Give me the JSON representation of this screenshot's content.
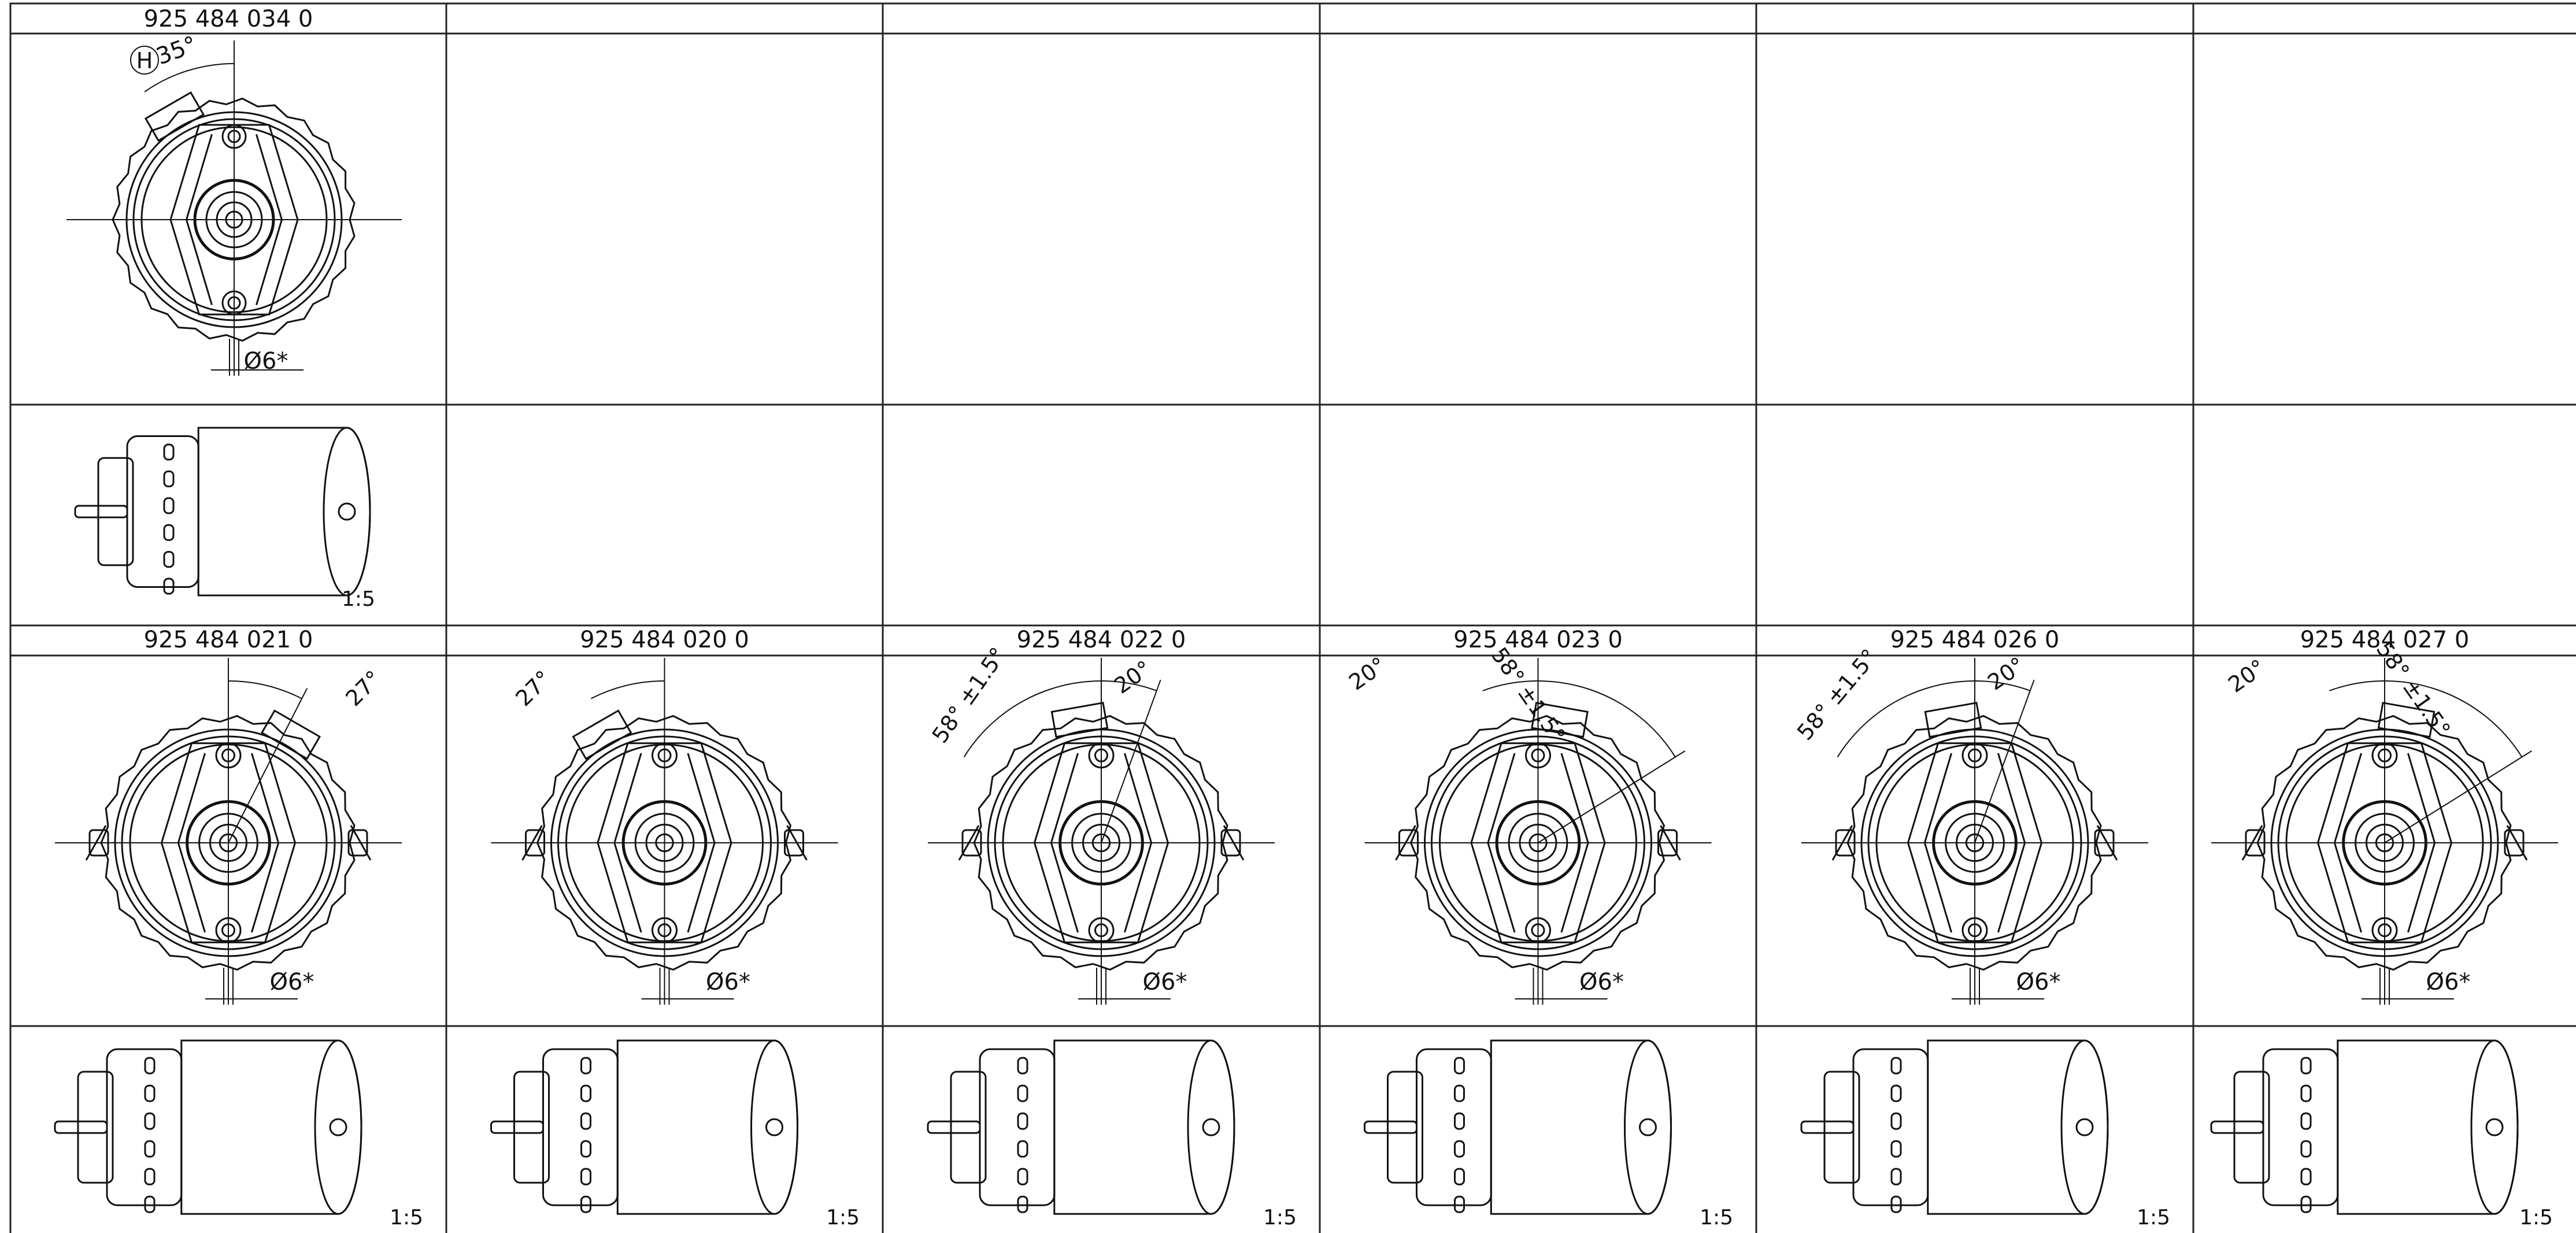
{
  "top_row": {
    "part_number": "925 484 034 0",
    "view_angle": "35°",
    "angle_marker": "H",
    "hole_label": "Ø6*",
    "scale": "1:5"
  },
  "bottom_row": [
    {
      "part_number": "925 484 021 0",
      "angles": [
        "27°"
      ],
      "hole_label": "Ø6*",
      "scale": "1:5"
    },
    {
      "part_number": "925 484 020 0",
      "angles": [
        "27°"
      ],
      "hole_label": "Ø6*",
      "scale": "1:5"
    },
    {
      "part_number": "925 484 022 0",
      "angles": [
        "58° ±1.5°",
        "20°"
      ],
      "hole_label": "Ø6*",
      "scale": "1:5"
    },
    {
      "part_number": "925 484 023 0",
      "angles": [
        "20°",
        "58° ±1.5°"
      ],
      "hole_label": "Ø6*",
      "scale": "1:5"
    },
    {
      "part_number": "925 484 026 0",
      "angles": [
        "58° ±1.5°",
        "20°"
      ],
      "hole_label": "Ø6*",
      "scale": "1:5"
    },
    {
      "part_number": "925 484 027 0",
      "angles": [
        "20°",
        "58° ±1.5°"
      ],
      "hole_label": "Ø6*",
      "scale": "1:5"
    }
  ]
}
